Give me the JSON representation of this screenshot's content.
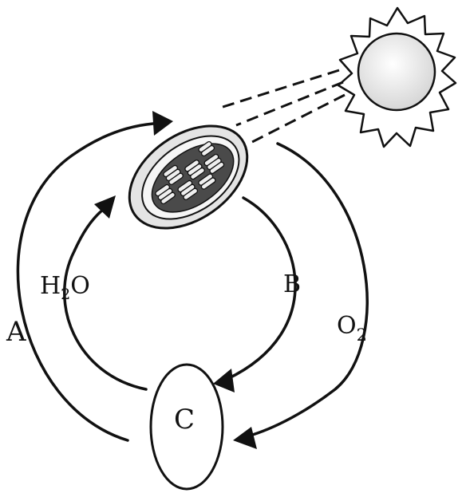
{
  "diagram": {
    "labels": {
      "a": "A",
      "b": "B",
      "c": "C",
      "h2o_main": "H",
      "h2o_sub": "2",
      "h2o_tail": "O",
      "o2_main": "O",
      "o2_sub": "2"
    },
    "colors": {
      "ink": "#111111",
      "paper": "#ffffff",
      "chloroplast_fill": "#d8d8d8",
      "stroma_fill": "#555555",
      "sun_fill": "#f2f2f2"
    }
  }
}
